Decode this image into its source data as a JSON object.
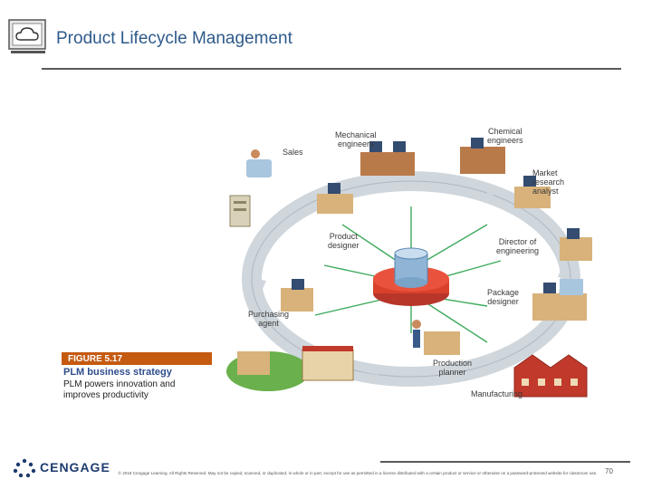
{
  "header": {
    "title": "Product Lifecycle Management"
  },
  "diagram": {
    "roles": [
      {
        "id": "sales",
        "label": "Sales"
      },
      {
        "id": "mechanical",
        "label": "Mechanical\nengineers"
      },
      {
        "id": "chemical",
        "label": "Chemical\nengineers"
      },
      {
        "id": "market",
        "label": "Market\nresearch\nanalyst"
      },
      {
        "id": "product",
        "label": "Product\ndesigner"
      },
      {
        "id": "director",
        "label": "Director of\nengineering"
      },
      {
        "id": "package",
        "label": "Package\ndesigner"
      },
      {
        "id": "purchasing",
        "label": "Purchasing\nagent"
      },
      {
        "id": "production",
        "label": "Production\nplanner"
      },
      {
        "id": "manufacturing",
        "label": "Manufacturing"
      }
    ]
  },
  "figure": {
    "number": "FIGURE 5.17",
    "title": "PLM business strategy",
    "subtitle": "PLM powers innovation and improves productivity"
  },
  "footer": {
    "brand": "CENGAGE",
    "copyright": "© 2018 Cengage Learning. All Rights Reserved. May not be copied, scanned, or duplicated, in whole or in part, except for use as permitted in a license distributed with a certain product or service or otherwise on a password-protected website for classroom use.",
    "page_number": "70"
  },
  "colors": {
    "title": "#2e5a8a",
    "figure_bar": "#c55a11",
    "figure_title": "#2e4d8c",
    "ring": "#cfd6dc",
    "hub": "#d9412b",
    "arrows": "#3daa5c"
  }
}
